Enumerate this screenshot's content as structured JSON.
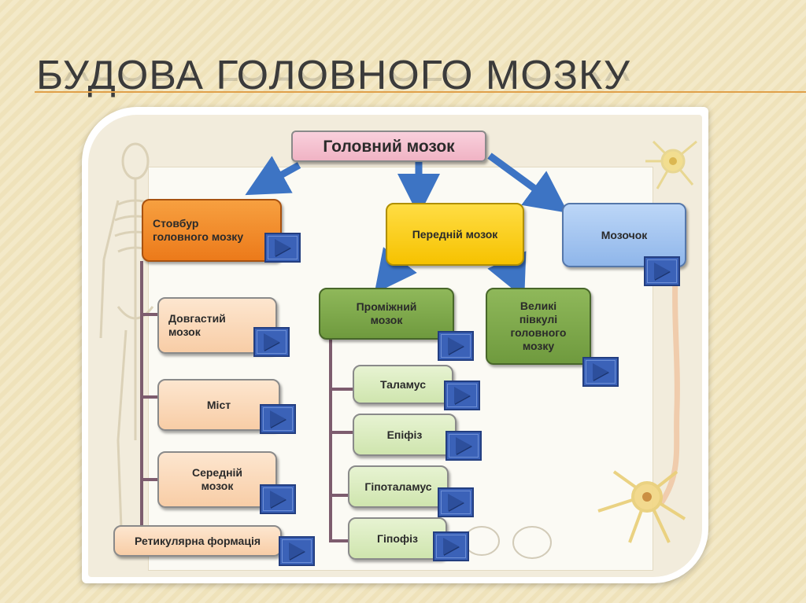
{
  "slide": {
    "title": "Будова головного мозку"
  },
  "diagram": {
    "root": "Головний мозок",
    "stem": "Стовбур\nголовного мозку",
    "forebrain": "Передній мозок",
    "cerebellum": "Мозочок",
    "diencephalon": "Проміжний\nмозок",
    "hemispheres": "Великі\nпівкулі\nголовного\nмозку",
    "medulla": "Довгастий\nмозок",
    "pons": "Міст",
    "midbrain": "Середній\nмозок",
    "reticular": "Ретикулярна формація",
    "thalamus": "Таламус",
    "epiphysis": "Епіфіз",
    "hypothalamus": "Гіпоталамус",
    "hypophysis": "Гіпофіз"
  },
  "icons": {
    "play": "play-icon"
  },
  "colors": {
    "accent_line": "#e0a04a",
    "arrow": "#3d74c4",
    "play_button": "#3b62b8"
  }
}
